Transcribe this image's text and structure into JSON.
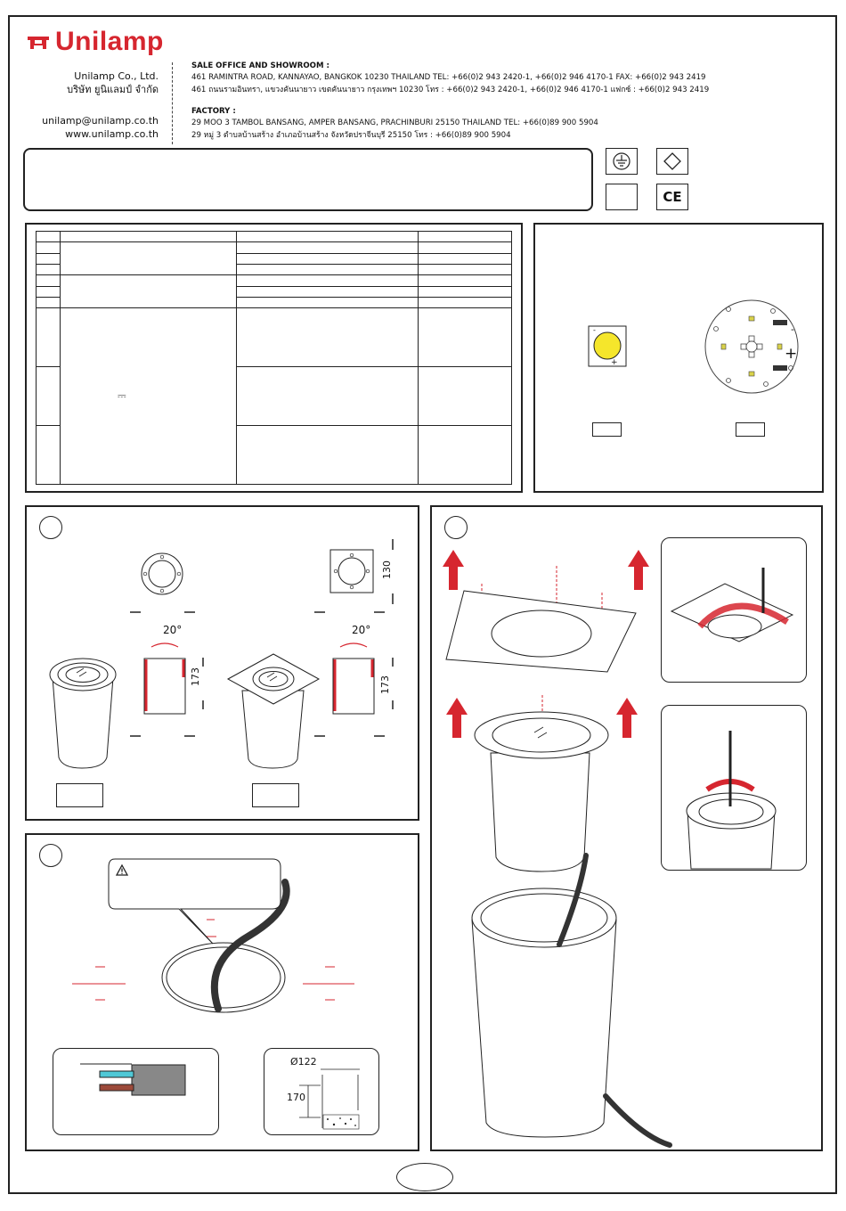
{
  "brand": {
    "name": "Unilamp",
    "color": "#d6262f"
  },
  "company": {
    "name_en": "Unilamp Co., Ltd.",
    "name_th": "บริษัท ยูนิแลมป์ จำกัด",
    "email": "unilamp@unilamp.co.th",
    "website": "www.unilamp.co.th"
  },
  "sale_office": {
    "heading": "SALE OFFICE AND SHOWROOM :",
    "address_en": "461 RAMINTRA ROAD, KANNAYAO, BANGKOK 10230 THAILAND TEL: +66(0)2 943 2420-1, +66(0)2 946 4170-1 FAX: +66(0)2 943 2419",
    "address_th": "461 ถนนรามอินทรา, แขวงคันนายาว เขตคันนายาว กรุงเทพฯ 10230 โทร : +66(0)2 943 2420-1, +66(0)2 946 4170-1 แฟกซ์ : +66(0)2 943 2419"
  },
  "factory": {
    "heading": "FACTORY :",
    "address_en": "29 MOO 3 TAMBOL BANSANG, AMPER BANSANG, PRACHINBURI 25150 THAILAND TEL: +66(0)89 900 5904",
    "address_th": "29 หมู่ 3 ตำบลบ้านสร้าง อำเภอบ้านสร้าง จังหวัดปราจีนบุรี 25150 โทร : +66(0)89 900 5904"
  },
  "symbols": {
    "ce_mark": "CE",
    "ground_icon": "earth-ground-icon",
    "diamond_icon": "diamond-icon"
  },
  "spec_table": {
    "dc_symbol": "⎓"
  },
  "chip": {
    "minus": "-",
    "plus": "+"
  },
  "dimensions": {
    "angle": "20°",
    "height": "173",
    "square_size": "130",
    "hole_diameter": "Ø122",
    "hole_depth": "170"
  },
  "warning": {
    "icon": "warning-triangle-icon"
  }
}
